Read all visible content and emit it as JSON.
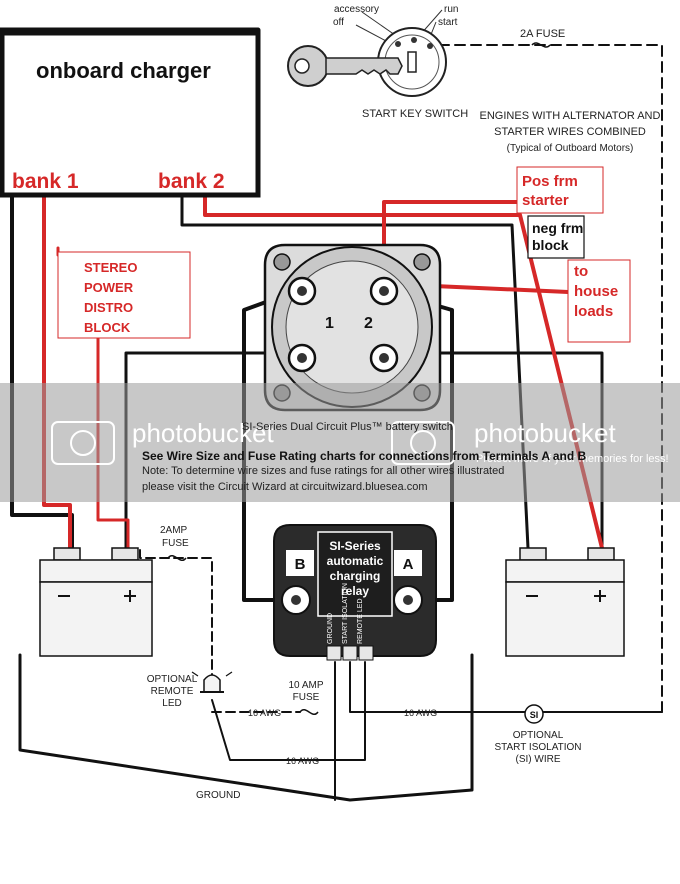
{
  "charger": {
    "title": "onboard charger",
    "bank1": "bank 1",
    "bank2": "bank 2"
  },
  "key_switch": {
    "accessory": "accessory",
    "off": "off",
    "run": "run",
    "start": "start",
    "caption": "START KEY SWITCH"
  },
  "fuse_top": "2A FUSE",
  "engines_note": [
    "ENGINES WITH ALTERNATOR AND",
    "STARTER WIRES COMBINED",
    "(Typical of Outboard Motors)"
  ],
  "annotations": {
    "pos_starter": [
      "Pos frm",
      "starter"
    ],
    "neg_block": [
      "neg frm",
      "block"
    ],
    "house_loads": [
      "to",
      "house",
      "loads"
    ],
    "stereo": [
      "STEREO",
      "POWER",
      "DISTRO",
      "BLOCK"
    ]
  },
  "switch": {
    "pos1": "1",
    "pos2": "2"
  },
  "watermark": {
    "left": "photobucket",
    "right": "photobucket",
    "right_sub": "Protect more of your memories for less!"
  },
  "overlay_lines": [
    "SI-Series Dual Circuit Plus™ battery switch",
    "See Wire Size and Fuse Rating charts for connections from Terminals A and B",
    "Note: To determine wire sizes and fuse ratings for all other wires illustrated",
    "please visit the Circuit Wizard at circuitwizard.bluesea.com"
  ],
  "relay": {
    "left_tag": "B",
    "right_tag": "A",
    "title": [
      "SI-Series",
      "automatic",
      "charging",
      "relay"
    ],
    "terminals": [
      "GROUND",
      "START ISOLATION",
      "REMOTE LED"
    ]
  },
  "fuse_2amp": [
    "2AMP",
    "FUSE"
  ],
  "fuse_10amp": [
    "10 AMP",
    "FUSE"
  ],
  "remote_led": [
    "OPTIONAL",
    "REMOTE",
    "LED"
  ],
  "awg": [
    "16 AWG",
    "16 AWG",
    "16 AWG"
  ],
  "ground": "GROUND",
  "si_wire": {
    "badge": "SI",
    "caption": [
      "OPTIONAL",
      "START ISOLATION",
      "(SI) WIRE"
    ]
  },
  "colors": {
    "red_wire": "#d62828",
    "black_wire": "#111111",
    "band": "#9a9a9a"
  }
}
